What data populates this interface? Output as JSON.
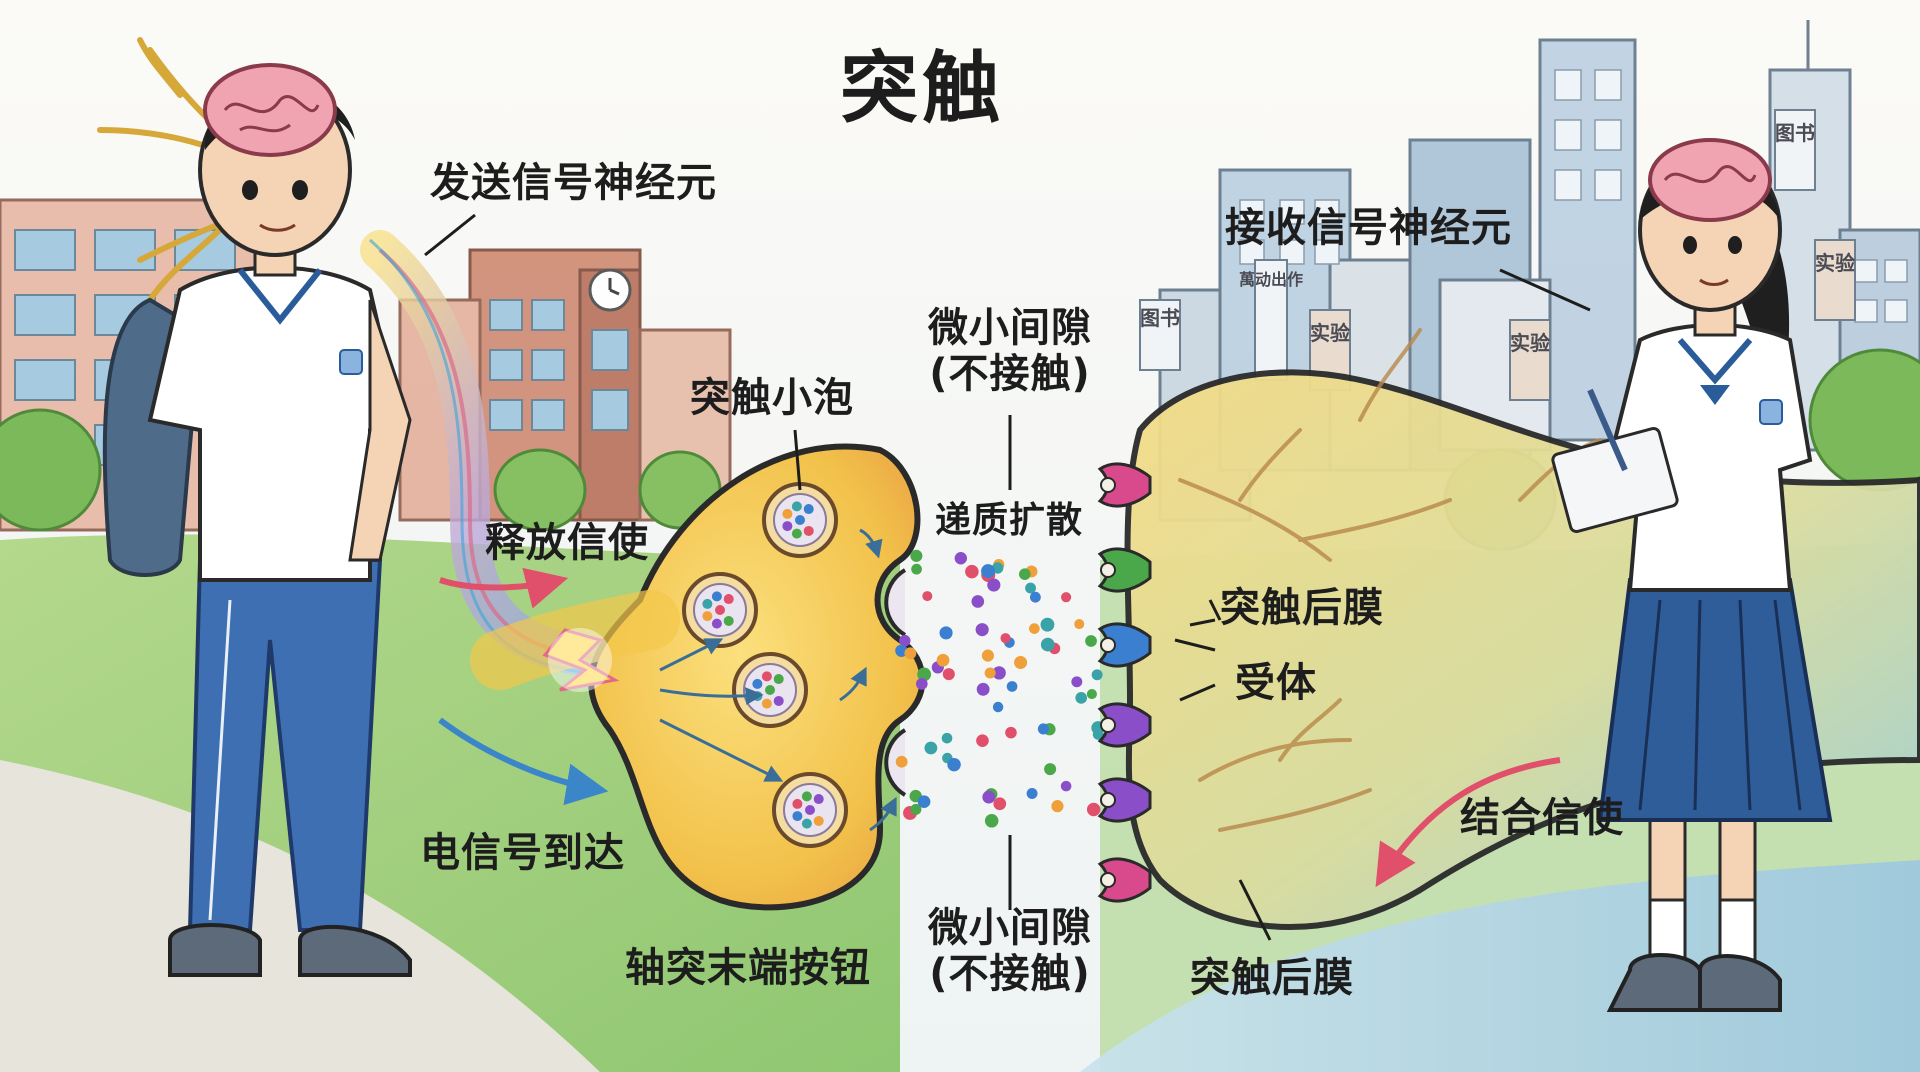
{
  "title": "突触",
  "labels": {
    "sending_neuron": "发送信号神经元",
    "receiving_neuron": "接收信号神经元",
    "vesicle": "突触小泡",
    "gap_top_line1": "微小间隙",
    "gap_top_line2": "(不接触)",
    "diffusion": "递质扩散",
    "release": "释放信使",
    "postsynaptic_membrane_1": "突触后膜",
    "receptor": "受体",
    "electrical_arrival": "电信号到达",
    "binding": "结合信使",
    "axon_terminal": "轴突末端按钮",
    "gap_bottom_line1": "微小间隙",
    "gap_bottom_line2": "(不接触)",
    "postsynaptic_membrane_2": "突触后膜"
  },
  "building_signs": {
    "library": "图书",
    "lab": "实验",
    "library_2": "图书",
    "lab_2": "实验",
    "lab_3": "实验",
    "misc": "萬动出作"
  },
  "icons": [
    "sending-brain-icon",
    "receiving-brain-icon",
    "spark-icon",
    "clock-icon"
  ],
  "colors": {
    "terminal_fill": "#f3c84a",
    "terminal_outline": "#2a2a2a",
    "dendrite_fill": "#f1d67a",
    "receptor_pink": "#d94a8c",
    "receptor_green": "#4aa84a",
    "receptor_blue": "#3a7fd0",
    "receptor_purple": "#8a4fc8",
    "arrow_blue": "#3a86c8",
    "arrow_red": "#e0506a"
  }
}
